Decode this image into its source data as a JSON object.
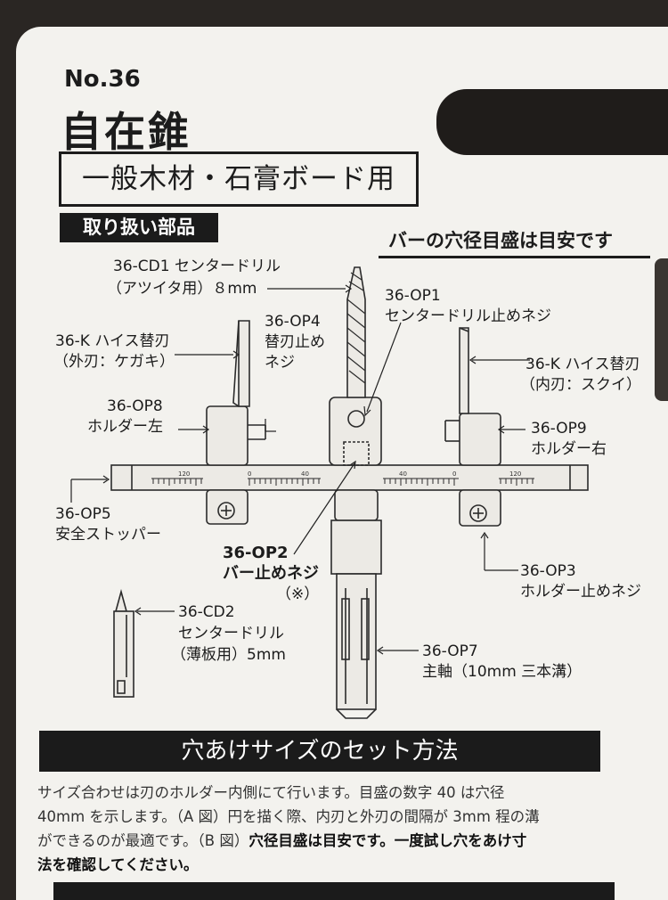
{
  "header": {
    "product_no": "No.36",
    "product_name": "自在錐",
    "usage": "一般木材・石膏ボード用",
    "parts_banner": "取り扱い部品",
    "scale_note": "バーの穴径目盛は目安です"
  },
  "parts": {
    "cd1_code": "36-CD1 センタードリル",
    "cd1_desc": "（アツイタ用）８mm",
    "op1_code": "36-OP1",
    "op1_desc": "センタードリル止めネジ",
    "op4_code": "36-OP4",
    "op4_desc1": "替刃止め",
    "op4_desc2": "ネジ",
    "k_left_code": "36-K ハイス替刃",
    "k_left_desc": "（外刃：ケガキ）",
    "k_right_code": "36-K ハイス替刃",
    "k_right_desc": "（内刃：スクイ）",
    "op8_code": "36-OP8",
    "op8_desc": "ホルダー左",
    "op9_code": "36-OP9",
    "op9_desc": "ホルダー右",
    "op5_code": "36-OP5",
    "op5_desc": "安全ストッパー",
    "op2_code": "36-OP2",
    "op2_desc": "バー止めネジ",
    "op2_note": "（※）",
    "op3_code": "36-OP3",
    "op3_desc": "ホルダー止めネジ",
    "cd2_code": "36-CD2",
    "cd2_desc1": "センタードリル",
    "cd2_desc2": "（薄板用）5mm",
    "op7_code": "36-OP7",
    "op7_desc": "主軸（10mm 三本溝）"
  },
  "scale_marks": {
    "left_outer": "120",
    "left_0": "0",
    "left_40": "40",
    "right_40": "40",
    "right_0": "0",
    "right_outer": "120"
  },
  "method": {
    "banner": "穴あけサイズのセット方法",
    "line1": "サイズ合わせは刃のホルダー内側にて行います。目盛の数字 40 は穴径",
    "line2": "40mm を示します。（A 図）円を描く際、内刃と外刃の間隔が 3mm 程の溝",
    "line3a": "ができるのが最適です。（B 図）",
    "line3b": "穴径目盛は目安です。一度試し穴をあけ寸",
    "line4": "法を確認してください。"
  }
}
